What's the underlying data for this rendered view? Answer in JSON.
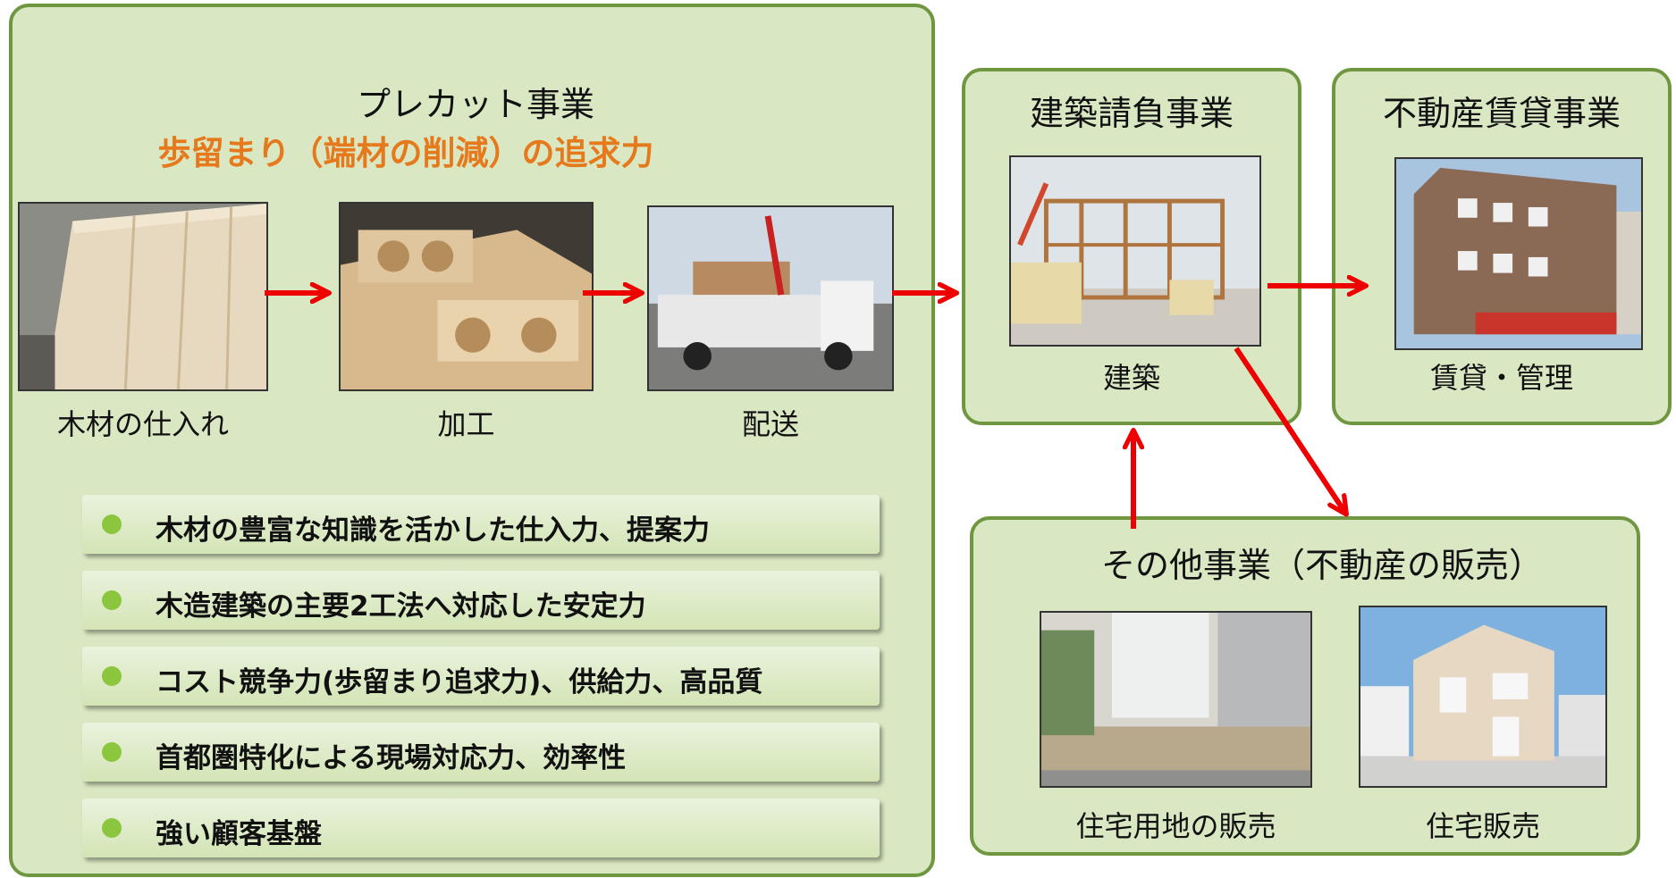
{
  "precut": {
    "title": "プレカット事業",
    "subtitle": "歩留まり（端材の削減）の追求力",
    "steps": [
      {
        "label": "木材の仕入れ",
        "photo": "lumber-stack-photo"
      },
      {
        "label": "加工",
        "photo": "processed-timber-photo"
      },
      {
        "label": "配送",
        "photo": "delivery-truck-photo"
      }
    ],
    "strengths": [
      "木材の豊富な知識を活かした仕入力、提案力",
      "木造建築の主要2工法へ対応した安定力",
      "コスト競争力(歩留まり追求力)、供給力、高品質",
      "首都圏特化による現場対応力、効率性",
      "強い顧客基盤"
    ]
  },
  "construction": {
    "title": "建築請負事業",
    "caption": "建築"
  },
  "rental": {
    "title": "不動産賃貸事業",
    "caption": "賃貸・管理"
  },
  "other": {
    "title": "その他事業（不動産の販売）",
    "items": [
      {
        "label": "住宅用地の販売"
      },
      {
        "label": "住宅販売"
      }
    ]
  },
  "colors": {
    "panel_fill": "#d9e7c2",
    "panel_border": "#6f9640",
    "accent_orange": "#e6791c",
    "arrow_red": "#ee0000",
    "bullet_dot": "#8cc63e"
  }
}
